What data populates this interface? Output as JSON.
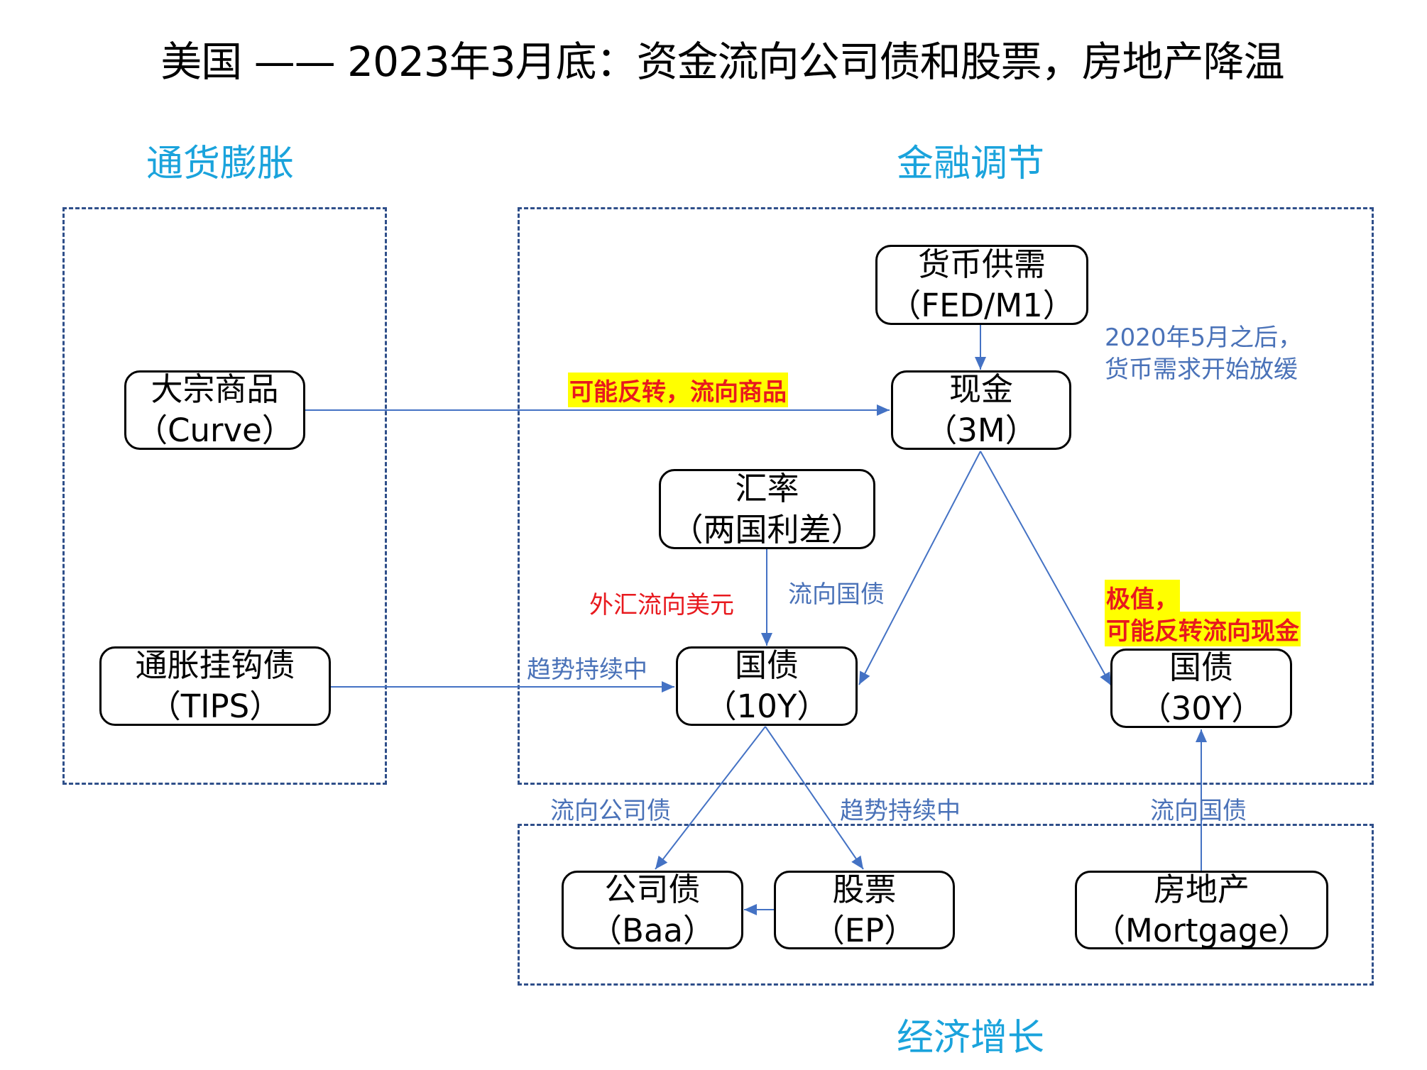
{
  "title": "美国 —— 2023年3月底：资金流向公司债和股票，房地产降温",
  "sections": {
    "inflation": "通货膨胀",
    "financial": "金融调节",
    "growth": "经济增长"
  },
  "nodes": {
    "money_supply": {
      "line1": "货币供需",
      "line2": "（FED/M1）"
    },
    "commodities": {
      "line1": "大宗商品",
      "line2": "（Curve）"
    },
    "cash": {
      "line1": "现金",
      "line2": "（3M）"
    },
    "fx": {
      "line1": "汇率",
      "line2": "（两国利差）"
    },
    "tips": {
      "line1": "通胀挂钩债",
      "line2": "（TIPS）"
    },
    "treasury_10y": {
      "line1": "国债",
      "line2": "（10Y）"
    },
    "treasury_30y": {
      "line1": "国债",
      "line2": "（30Y）"
    },
    "corporate_bonds": {
      "line1": "公司债",
      "line2": "（Baa）"
    },
    "stocks": {
      "line1": "股票",
      "line2": "（EP）"
    },
    "real_estate": {
      "line1": "房地产",
      "line2": "（Mortgage）"
    }
  },
  "labels": {
    "money_note_1": "2020年5月之后，",
    "money_note_2": "货币需求开始放缓",
    "commodities_to_cash": "可能反转，流向商品",
    "fx_to_10y": "外汇流向美元",
    "cash_to_10y": "流向国债",
    "tips_to_10y": "趋势持续中",
    "cash_to_30y_1": "极值，",
    "cash_to_30y_2": "可能反转流向现金",
    "t10y_to_corp": "流向公司债",
    "t10y_to_stocks": "趋势持续中",
    "realestate_to_30y": "流向国债"
  },
  "colors": {
    "arrow": "#4472c4",
    "section_title": "#1aa3dc",
    "highlight_bg": "#ffff00",
    "highlight_text": "#e8191e",
    "dashed_border": "#2f4f8a"
  }
}
